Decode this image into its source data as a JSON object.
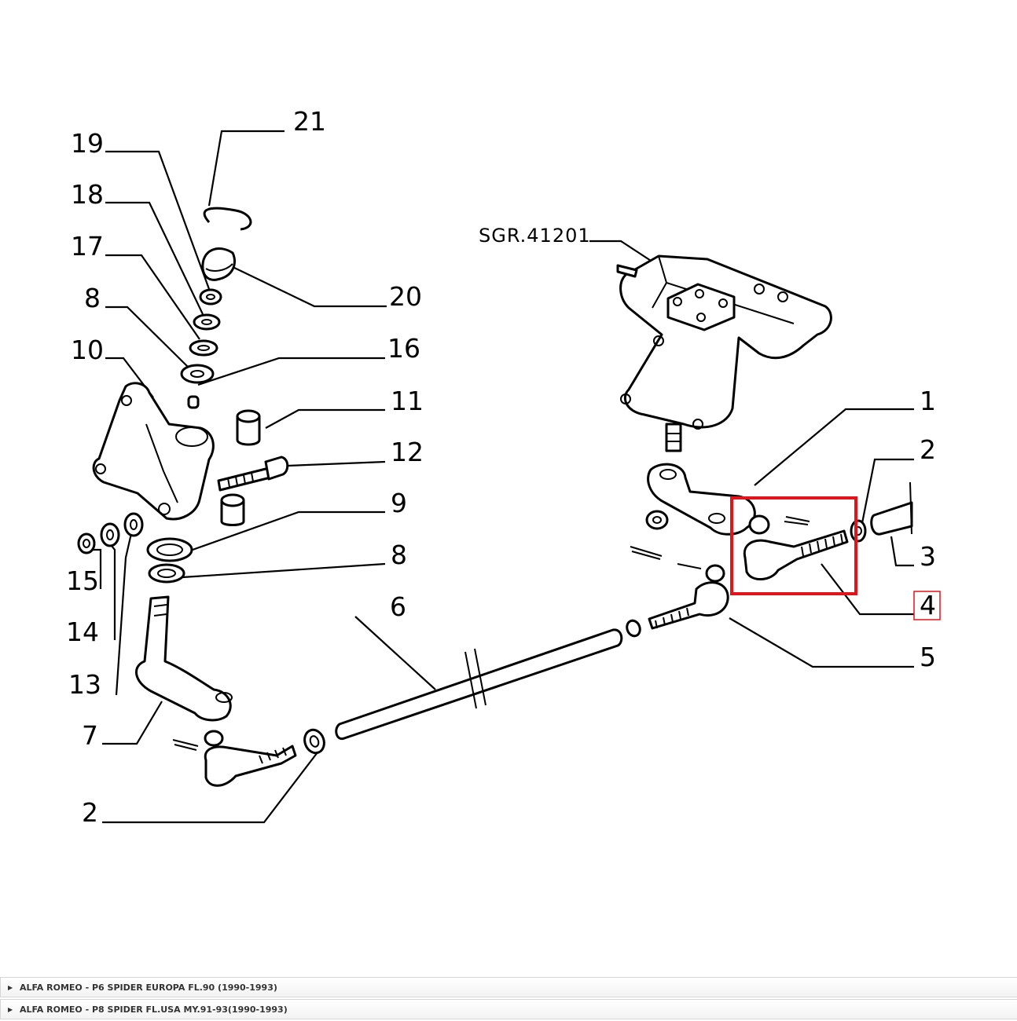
{
  "diagram": {
    "reference_code": "SGR.41201",
    "callouts": [
      "21",
      "19",
      "18",
      "17",
      "8",
      "10",
      "20",
      "16",
      "11",
      "12",
      "9",
      "8",
      "15",
      "14",
      "13",
      "7",
      "2",
      "6",
      "1",
      "2",
      "3",
      "4",
      "5"
    ],
    "highlighted_callout": "4",
    "highlight_color": "#e0141b"
  },
  "models": [
    {
      "label": "ALFA ROMEO - P6 SPIDER EUROPA FL.90 (1990-1993)"
    },
    {
      "label": "ALFA ROMEO - P8 SPIDER FL.USA MY.91-93(1990-1993)"
    }
  ]
}
